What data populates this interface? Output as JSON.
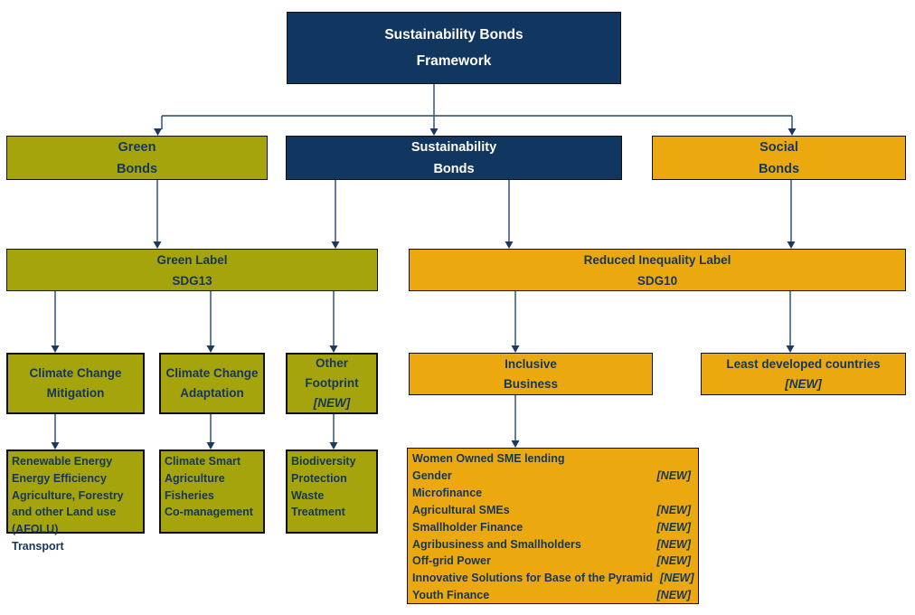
{
  "title": "Sustainability Bonds Framework diagram",
  "colors": {
    "navy_box": "#11365F",
    "olive_box": "#A5A40D",
    "gold_box": "#EBA90F",
    "text_navy": "#16365C",
    "text_white": "#FFFFFF",
    "arrow": "#24466E"
  },
  "nodes": {
    "framework": {
      "lines": [
        "Sustainability Bonds",
        "Framework"
      ]
    },
    "green_bonds": {
      "lines": [
        "Green",
        "Bonds"
      ]
    },
    "sustainability_bonds": {
      "lines": [
        "Sustainability",
        "Bonds"
      ]
    },
    "social_bonds": {
      "lines": [
        "Social",
        "Bonds"
      ]
    },
    "green_label": {
      "lines": [
        "Green Label",
        "SDG13"
      ]
    },
    "reduced_inequality_label": {
      "lines": [
        "Reduced Inequality Label",
        "SDG10"
      ]
    },
    "climate_change_mitigation": {
      "lines": [
        "Climate Change",
        "Mitigation"
      ]
    },
    "climate_change_adaptation": {
      "lines": [
        "Climate Change",
        "Adaptation"
      ]
    },
    "other_footprint": {
      "lines": [
        "Other",
        "Footprint"
      ],
      "tag": "[NEW]"
    },
    "inclusive_business": {
      "lines": [
        "Inclusive",
        "Business"
      ]
    },
    "least_developed_countries": {
      "lines": [
        "Least developed countries"
      ],
      "tag": "[NEW]"
    },
    "mitigation_items": {
      "items": [
        "Renewable Energy",
        "Energy Efficiency",
        "Agriculture, Forestry and other Land use (AFOLU)",
        "Transport"
      ]
    },
    "adaptation_items": {
      "items": [
        "Climate Smart Agriculture",
        "Fisheries",
        "Co-management"
      ]
    },
    "footprint_items": {
      "items": [
        "Biodiversity Protection",
        "Waste Treatment"
      ]
    },
    "inclusive_business_items": {
      "rows": [
        {
          "label": "Women Owned SME lending",
          "tag": ""
        },
        {
          "label": "Gender",
          "tag": "[NEW]"
        },
        {
          "label": "Microfinance",
          "tag": ""
        },
        {
          "label": "Agricultural SMEs",
          "tag": "[NEW]"
        },
        {
          "label": "Smallholder Finance",
          "tag": "[NEW]"
        },
        {
          "label": "Agribusiness and Smallholders",
          "tag": "[NEW]"
        },
        {
          "label": "Off-grid Power",
          "tag": "[NEW]"
        },
        {
          "label": "Innovative Solutions for Base of the Pyramid",
          "tag": "[NEW]"
        },
        {
          "label": "Youth Finance",
          "tag": "[NEW]"
        }
      ]
    }
  }
}
